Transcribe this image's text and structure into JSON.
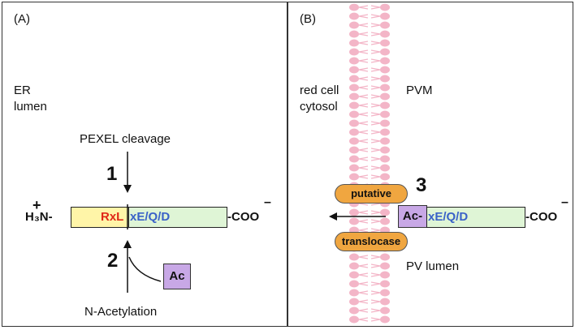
{
  "panel_a": {
    "label": "(A)",
    "compartment": [
      "ER",
      "lumen"
    ],
    "cleavage_label": "PEXEL cleavage",
    "step1": "1",
    "step2": "2",
    "n_terminus": "H₃N-",
    "plus": "+",
    "motif_red": "RxL",
    "motif_blue": "xE/Q/D",
    "c_terminus": "-COO",
    "minus": "–",
    "ac_label": "Ac",
    "acetylation_label": "N-Acetylation"
  },
  "panel_b": {
    "label": "(B)",
    "cytosol": [
      "red cell",
      "cytosol"
    ],
    "membrane": "PVM",
    "lumen": "PV lumen",
    "step3": "3",
    "pill_top": "putative",
    "pill_bottom": "translocase",
    "ac_label": "Ac-",
    "motif_blue": "xE/Q/D",
    "c_terminus": "-COO",
    "minus": "–"
  },
  "colors": {
    "yellow_segment": "#fff5a8",
    "green_segment": "#dff5d6",
    "red_text": "#e02818",
    "blue_text": "#3a62c8",
    "ac_purple": "#c8a8e6",
    "pill_orange": "#f0a640",
    "lipid_pink": "#f3b5c7"
  }
}
